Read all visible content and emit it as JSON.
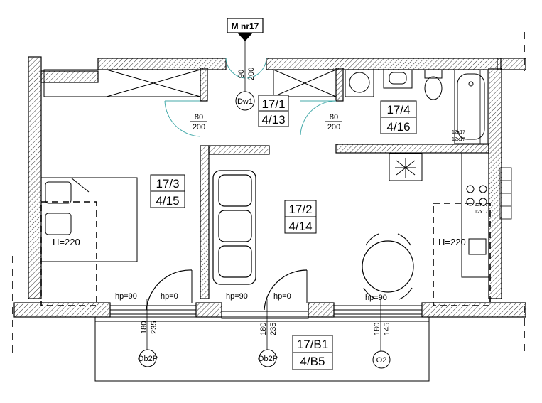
{
  "unit_tag": "M nr17",
  "rooms": [
    {
      "id": "17/1",
      "area": "4/13"
    },
    {
      "id": "17/2",
      "area": "4/14"
    },
    {
      "id": "17/3",
      "area": "4/15"
    },
    {
      "id": "17/4",
      "area": "4/16"
    },
    {
      "id": "17/B1",
      "area": "4/B5"
    }
  ],
  "door_labels": {
    "entry_w": "90",
    "entry_h": "200",
    "entry_code": "Dw1",
    "bed_door_w": "80",
    "bed_door_h": "200",
    "bath_door_w": "80",
    "bath_door_h": "200"
  },
  "heights": {
    "left": "H=220",
    "right": "H=220"
  },
  "sill": {
    "hp90_a": "hp=90",
    "hp0_a": "hp=0",
    "hp90_b": "hp=90",
    "hp0_b": "hp=0",
    "hp90_c": "hp=90"
  },
  "window_dims": {
    "w1a": "180",
    "w1b": "235",
    "w2a": "180",
    "w2b": "235",
    "w3a": "180",
    "w3b": "145"
  },
  "window_codes": {
    "w1": "Ob2P",
    "w2": "Ob2P",
    "w3": "O2"
  },
  "vent": {
    "a": "12x17",
    "b": "12x17",
    "c": "12x17",
    "d": "12x17"
  }
}
